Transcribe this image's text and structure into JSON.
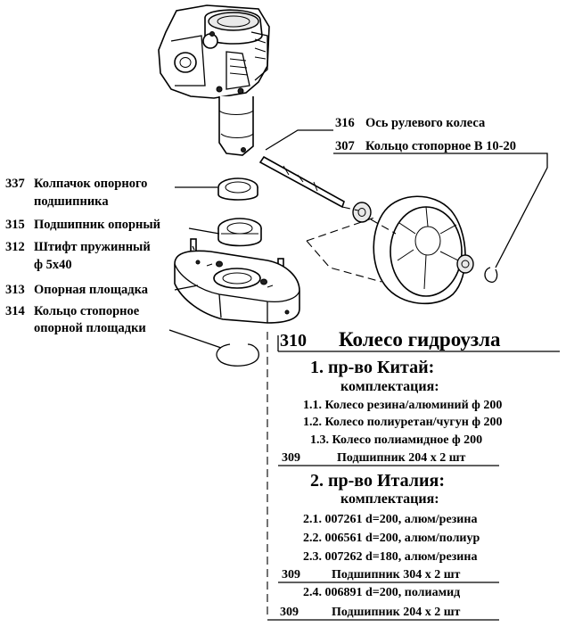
{
  "callouts": {
    "c316": {
      "num": "316",
      "text": "Ось рулевого колеса"
    },
    "c307": {
      "num": "307",
      "text": "Кольцо стопорное В 10-20"
    },
    "c337": {
      "num": "337",
      "line1": "Колпачок опорного",
      "line2": "подшипника"
    },
    "c315": {
      "num": "315",
      "text": "Подшипник опорный"
    },
    "c312": {
      "num": "312",
      "line1": "Штифт пружинный",
      "line2": "ф 5х40"
    },
    "c313": {
      "num": "313",
      "text": "Опорная площадка"
    },
    "c314": {
      "num": "314",
      "line1": "Кольцо стопорное",
      "line2": "опорной площадки"
    }
  },
  "wheel_table": {
    "num": "310",
    "title": "Колесо гидроузла",
    "sections": [
      {
        "heading": "1.  пр-во Китай:",
        "subheading": "комплектация:",
        "items": [
          "1.1. Колесо резина/алюминий ф 200",
          "1.2. Колесо полиуретан/чугун ф 200",
          "1.3. Колесо полиамидное ф 200"
        ],
        "bearing": {
          "num": "309",
          "text": "Подшипник 204 х 2 шт"
        }
      },
      {
        "heading": "2.  пр-во Италия:",
        "subheading": "комплектация:",
        "items_a": [
          "2.1. 007261 d=200, алюм/резина",
          "2.2. 006561 d=200, алюм/полиур",
          "2.3. 007262 d=180, алюм/резина"
        ],
        "bearing_a": {
          "num": "309",
          "text": "Подшипник 304 х 2 шт"
        },
        "items_b": [
          "2.4. 006891 d=200, полиамид"
        ],
        "bearing_b": {
          "num": "309",
          "text": "Подшипник 204 х 2 шт"
        }
      }
    ]
  }
}
